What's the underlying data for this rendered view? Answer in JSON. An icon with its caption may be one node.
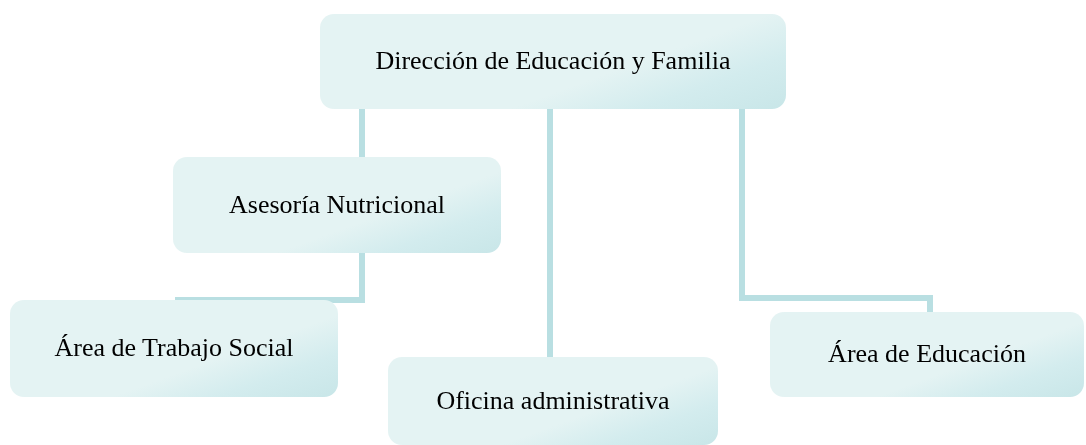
{
  "diagram": {
    "nodes": [
      {
        "text": [
          "Dirección de Educación y Familia"
        ]
      },
      {
        "text": [
          "Asesoría Nutricional"
        ]
      },
      {
        "text": [
          "Área de Trabajo Social"
        ]
      },
      {
        "text": [
          "Oficina administrativa"
        ]
      },
      {
        "text": [
          "Área de Educación"
        ]
      }
    ],
    "edges": [
      {
        "from": 0,
        "to": 1,
        "arrow": "none"
      },
      {
        "from": 1,
        "to": 2,
        "arrow": "none"
      },
      {
        "from": 0,
        "to": 3,
        "arrow": "none"
      },
      {
        "from": 0,
        "to": 4,
        "arrow": "none"
      }
    ]
  }
}
